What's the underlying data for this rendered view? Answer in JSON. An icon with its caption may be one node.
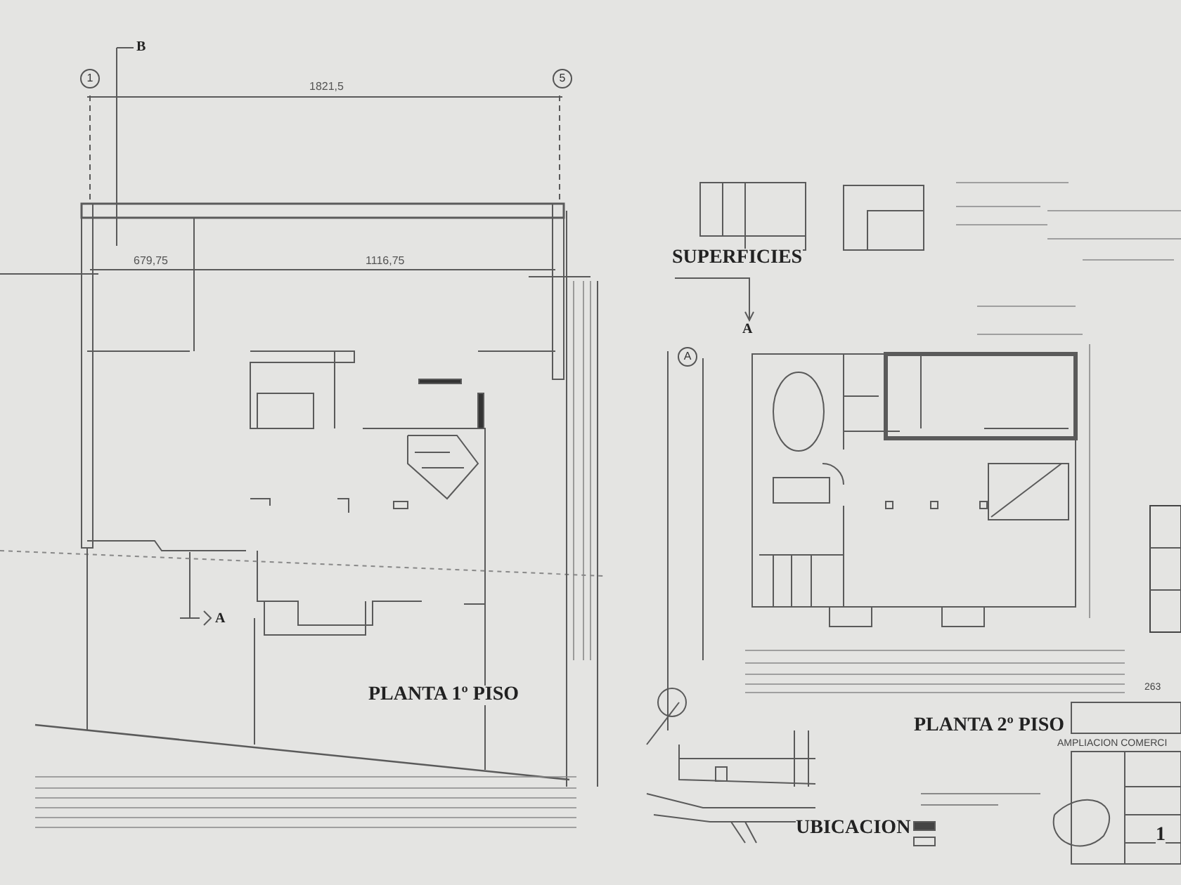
{
  "diagram": {
    "labels": [
      "1",
      "B",
      "5",
      "1821,5",
      "SUPERFICIES",
      "679,75",
      "1116,75",
      "A",
      "A",
      "A",
      "PLANTA 1º PISO",
      "PLANTA 2º PISO",
      "263",
      "AMPLIACION COMERCI",
      "UBICACION",
      "1"
    ]
  }
}
